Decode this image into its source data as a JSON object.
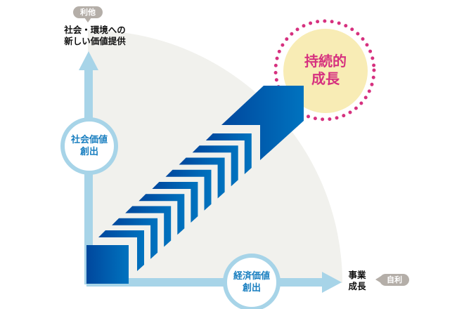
{
  "y_axis": {
    "badge": "利他",
    "label_line1": "社会・環境への",
    "label_line2": "新しい価値提供"
  },
  "x_axis": {
    "badge": "自利",
    "label_line1": "事業",
    "label_line2": "成長"
  },
  "social_value": {
    "line1": "社会価値",
    "line2": "創出"
  },
  "economic_value": {
    "line1": "経済価値",
    "line2": "創出"
  },
  "goal": {
    "line1": "持続的",
    "line2": "成長"
  },
  "colors": {
    "axis": "#a7d4e8",
    "arrow_dark": "#00479d",
    "arrow_light": "#0073bf",
    "goal_text": "#d6317f",
    "goal_fill": "#f8ecb5",
    "area": "#f1f1ed",
    "badge": "#b4aea8"
  }
}
